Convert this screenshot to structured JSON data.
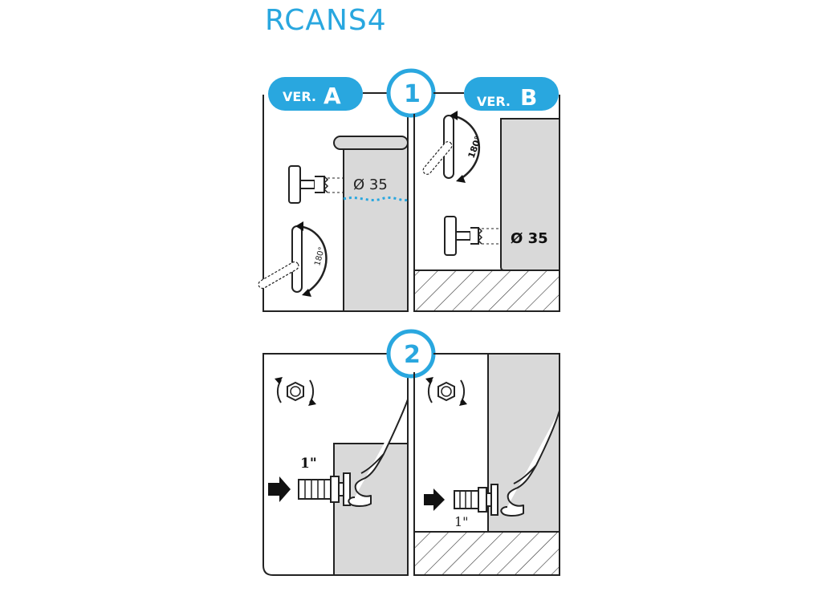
{
  "title": "RCANS4",
  "steps": {
    "one": "1",
    "two": "2"
  },
  "versions": {
    "a": {
      "prefix": "VER.",
      "letter": "A"
    },
    "b": {
      "prefix": "VER.",
      "letter": "B"
    }
  },
  "labels": {
    "diameter_a": "Ø 35",
    "diameter_b": "Ø 35",
    "rotation_a": "180°",
    "rotation_b": "180°",
    "thread_a": "1\"",
    "thread_b": "1\""
  },
  "colors": {
    "accent": "#29a7df",
    "tank": "#d9d9d9",
    "line": "#222222"
  }
}
